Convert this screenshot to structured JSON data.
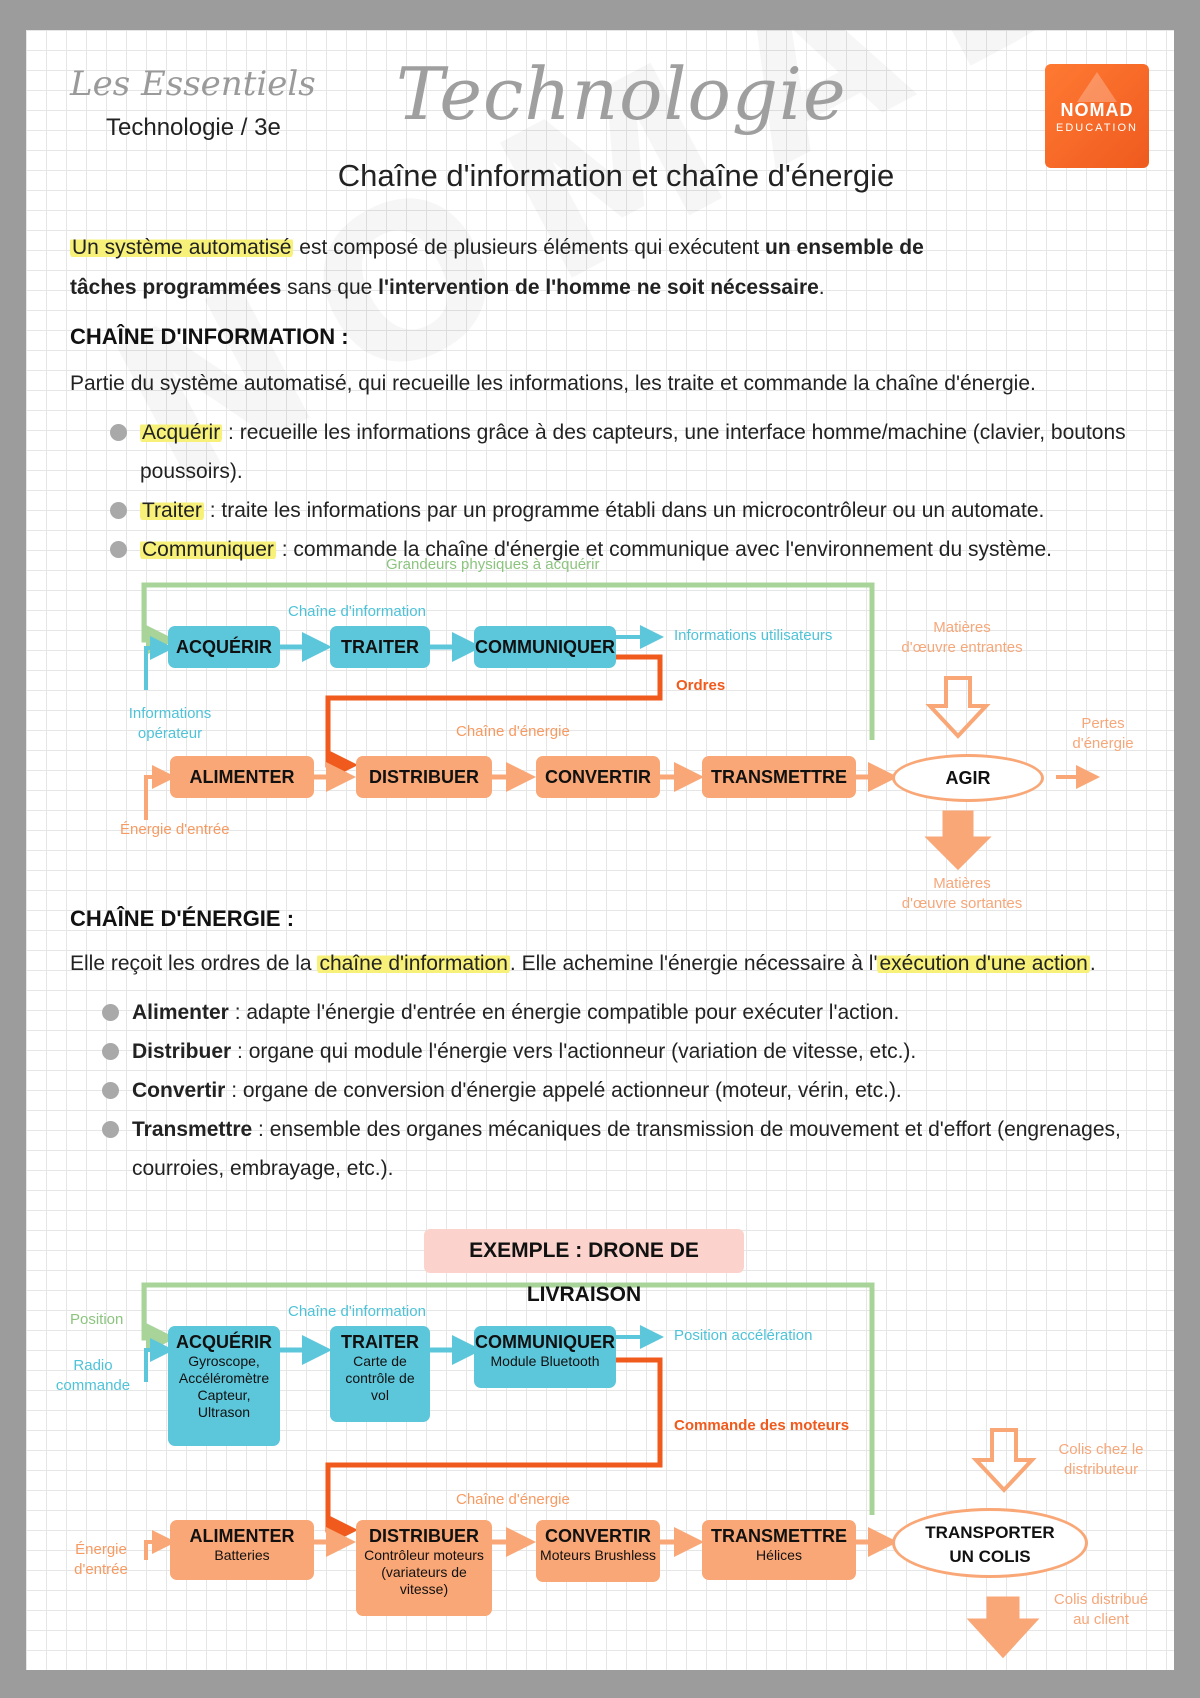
{
  "header": {
    "brand_script": "Les Essentiels",
    "brand_sub": "Technologie / 3e",
    "title": "Technologie",
    "subtitle": "Chaîne d'information et chaîne d'énergie",
    "logo_line1": "NOMAD",
    "logo_line2": "EDUCATION"
  },
  "watermark": "NOMAD EDUCATION",
  "intro": {
    "hl": "Un système automatisé",
    "t1": " est composé de plusieurs éléments qui exécutent ",
    "b1": "un ensemble de tâches programmées",
    "t2": " sans que ",
    "b2": "l'intervention de l'homme ne soit nécessaire",
    "t3": "."
  },
  "info_section": {
    "title": "CHAÎNE D'INFORMATION :",
    "desc": "Partie du système automatisé, qui recueille les informations, les traite et commande la chaîne d'énergie.",
    "items": [
      {
        "term": "Acquérir",
        "text": " : recueille les informations grâce à des capteurs, une interface homme/machine (clavier, boutons poussoirs)."
      },
      {
        "term": "Traiter",
        "text": " : traite les informations par un programme établi dans un microcontrôleur ou un automate."
      },
      {
        "term": "Communiquer",
        "text": " : commande la chaîne d'énergie et communique avec l'environnement du système."
      }
    ]
  },
  "diagram1": {
    "grandeurs": "Grandeurs physiques à acquérir",
    "chaine_info": "Chaîne d'information",
    "acquerir": "ACQUÉRIR",
    "traiter": "TRAITER",
    "communiquer": "COMMUNIQUER",
    "info_util": "Informations utilisateurs",
    "ordres": "Ordres",
    "info_op_1": "Informations",
    "info_op_2": "opérateur",
    "chaine_energie": "Chaîne d'énergie",
    "alimenter": "ALIMENTER",
    "distribuer": "DISTRIBUER",
    "convertir": "CONVERTIR",
    "transmettre": "TRANSMETTRE",
    "agir": "AGIR",
    "energie_entree": "Énergie d'entrée",
    "matieres_in_1": "Matières",
    "matieres_in_2": "d'œuvre entrantes",
    "pertes_1": "Pertes",
    "pertes_2": "d'énergie",
    "matieres_out_1": "Matières",
    "matieres_out_2": "d'œuvre sortantes"
  },
  "energy_section": {
    "title": "CHAÎNE D'ÉNERGIE :",
    "d1": "Elle reçoit les ordres de la ",
    "hl1": "chaîne d'information",
    "d2": ". Elle achemine l'énergie nécessaire à l'",
    "hl2": "exécution d'une action",
    "d3": ".",
    "items": [
      {
        "term": "Alimenter",
        "text": " : adapte l'énergie d'entrée en énergie compatible pour exécuter l'action."
      },
      {
        "term": "Distribuer",
        "text": " : organe qui module l'énergie vers l'actionneur (variation de vitesse, etc.)."
      },
      {
        "term": "Convertir",
        "text": " : organe de conversion d'énergie appelé actionneur (moteur, vérin, etc.)."
      },
      {
        "term": "Transmettre",
        "text": " : ensemble des organes mécaniques de transmission de mouvement et d'effort (engrenages, courroies, embrayage, etc.)."
      }
    ]
  },
  "example": {
    "title": "EXEMPLE : DRONE DE LIVRAISON",
    "position": "Position",
    "radio_1": "Radio",
    "radio_2": "commande",
    "chaine_info": "Chaîne d'information",
    "acquerir": "ACQUÉRIR",
    "acquerir_sub": [
      "Gyroscope,",
      "Accéléromètre",
      "Capteur,",
      "Ultrason"
    ],
    "traiter": "TRAITER",
    "traiter_sub": [
      "Carte de",
      "contrôle de",
      "vol"
    ],
    "communiquer": "COMMUNIQUER",
    "communiquer_sub": "Module Bluetooth",
    "position_acc": "Position accélération",
    "commande_moteurs": "Commande des moteurs",
    "chaine_energie": "Chaîne d'énergie",
    "energie_1": "Énergie",
    "energie_2": "d'entrée",
    "alimenter": "ALIMENTER",
    "alimenter_sub": "Batteries",
    "distribuer": "DISTRIBUER",
    "distribuer_sub": [
      "Contrôleur moteurs",
      "(variateurs de",
      "vitesse)"
    ],
    "convertir": "CONVERTIR",
    "convertir_sub": "Moteurs Brushless",
    "transmettre": "TRANSMETTRE",
    "transmettre_sub": "Hélices",
    "transporter_1": "TRANSPORTER",
    "transporter_2": "UN COLIS",
    "colis_chez_1": "Colis chez le",
    "colis_chez_2": "distributeur",
    "colis_distrib_1": "Colis distribué",
    "colis_distrib_2": "au client"
  },
  "colors": {
    "info_blue": "#5cc6da",
    "energy_orange": "#f9a776",
    "order_red": "#f05a1c",
    "feedback_green": "#a8d49a",
    "highlight_yellow": "#f7f17a"
  }
}
